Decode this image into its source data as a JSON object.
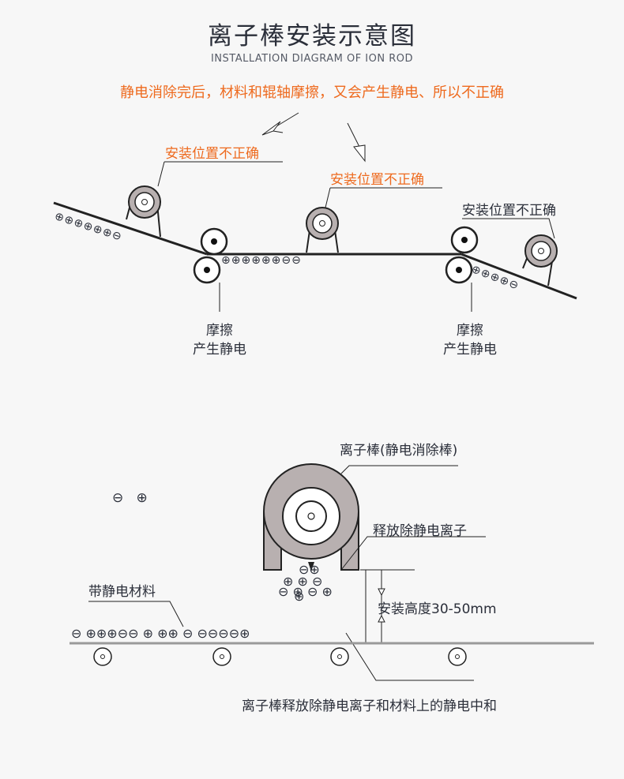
{
  "title": "离子棒安装示意图",
  "subtitle": "INSTALLATION DIAGRAM OF ION ROD",
  "warning": "静电消除完后，材料和辊轴摩擦，又会产生静电、所以不正确",
  "top_diagram": {
    "wrong_label_left": "安装位置不正确",
    "wrong_label_middle": "安装位置不正确",
    "wrong_label_right": "安装位置不正确",
    "friction_left_line1": "摩擦",
    "friction_left_line2": "产生静电",
    "friction_right_line1": "摩擦",
    "friction_right_line2": "产生静电",
    "charges_left": "⊕⊕⊕⊕⊕⊕⊖",
    "charges_middle": "⊕⊕⊕⊕⊕⊕⊖⊖",
    "charges_right": "⊕⊕⊕⊕⊖"
  },
  "bottom_diagram": {
    "ion_rod_label": "离子棒(静电消除棒)",
    "release_label": "释放除静电离子",
    "material_label": "带静电材料",
    "height_label": "安装高度30-50mm",
    "neutralize_label": "离子棒释放除静电离子和材料上的静电中和",
    "floating_charges": "⊖   ⊕",
    "material_charges": "⊖ ⊕⊕⊕⊖⊖ ⊕ ⊕⊕ ⊖ ⊖⊖⊖⊖⊕",
    "ion_row1": "⊖⊕",
    "ion_row2": "⊕ ⊕ ⊖",
    "ion_row3": "⊖ ⊕ ⊖ ⊕",
    "ion_row4": "⊕"
  },
  "colors": {
    "accent": "#ee6a1e",
    "text": "#2b2f3a",
    "rod": "#b8b0b0"
  }
}
